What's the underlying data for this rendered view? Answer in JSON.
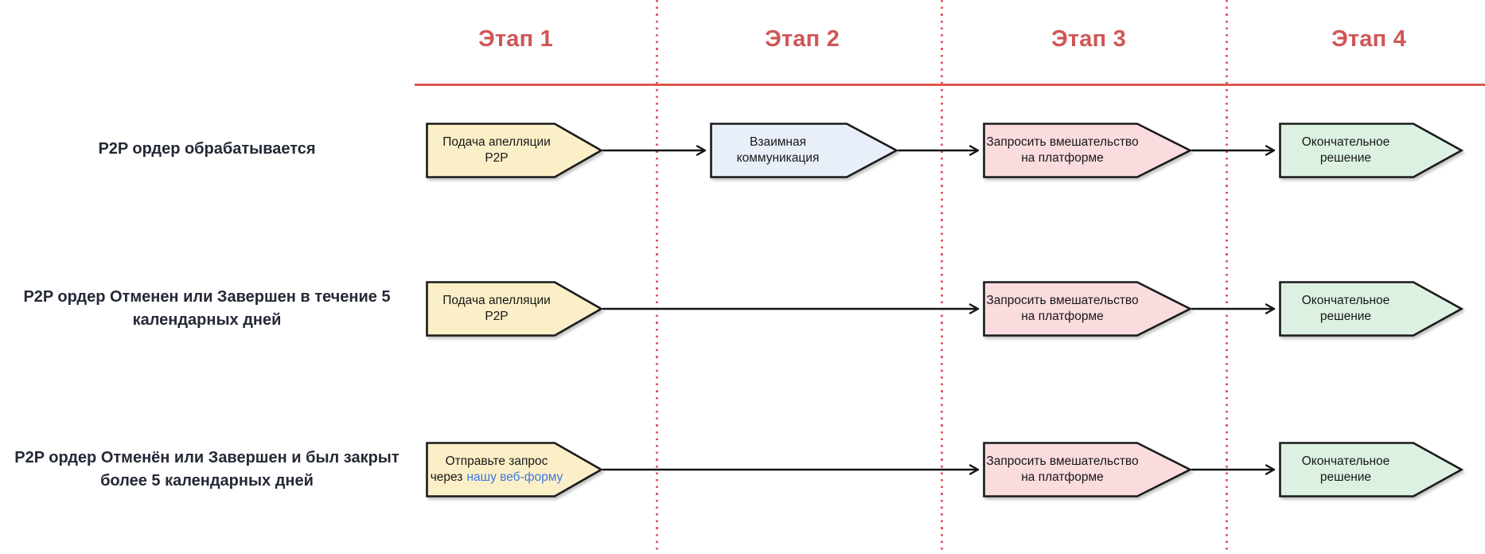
{
  "theme": {
    "accent": "#cf5656",
    "rule": "#dc574f",
    "divider": "#e25b64",
    "step_yellow": "#fbefc7",
    "step_blue": "#e9eff9",
    "step_pink": "#fadbde",
    "step_green": "#dcf1e1",
    "step_border": "#1a1a1a",
    "arrow": "#141414",
    "link": "#3d78e0",
    "label_text": "#242936",
    "step_text": "#181818"
  },
  "stages": [
    {
      "label": "Этап 1"
    },
    {
      "label": "Этап 2"
    },
    {
      "label": "Этап 3"
    },
    {
      "label": "Этап 4"
    }
  ],
  "rows": [
    {
      "label": "P2P ордер обрабатывается",
      "step1": "Подача апелляции P2P",
      "step2": "Взаимная коммуникация",
      "step3": "Запросить вмешательство на платформе",
      "step4": "Окончательное решение"
    },
    {
      "label": "P2P ордер Отменен или Завершен в течение 5 календарных дней",
      "step1": "Подача апелляции P2P",
      "step3": "Запросить вмешательство на платформе",
      "step4": "Окончательное решение"
    },
    {
      "label": "P2P ордер Отменён или Завершен и был закрыт более 5 календарных дней",
      "step1_line1": "Отправьте запрос",
      "step1_line2_prefix": "через",
      "step1_line2_link": "нашу веб-форму",
      "step3": "Запросить вмешательство на платформе",
      "step4": "Окончательное решение"
    }
  ]
}
